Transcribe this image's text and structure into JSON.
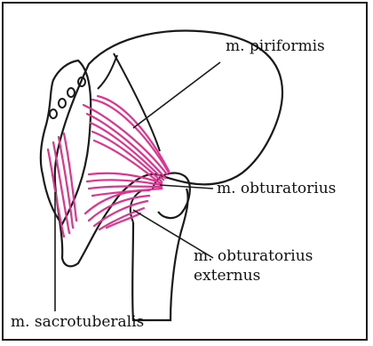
{
  "labels": {
    "piriformis": "m. piriformis",
    "obturatorius": "m. obturatorius",
    "obturatorius_externus_line1": "m. obturatorius",
    "obturatorius_externus_line2": "externus",
    "sacrotuberalis": "m. sacrotuberalis"
  },
  "colors": {
    "muscle": "#e0338f",
    "ink": "#1a1a1a",
    "background": "#ffffff"
  }
}
